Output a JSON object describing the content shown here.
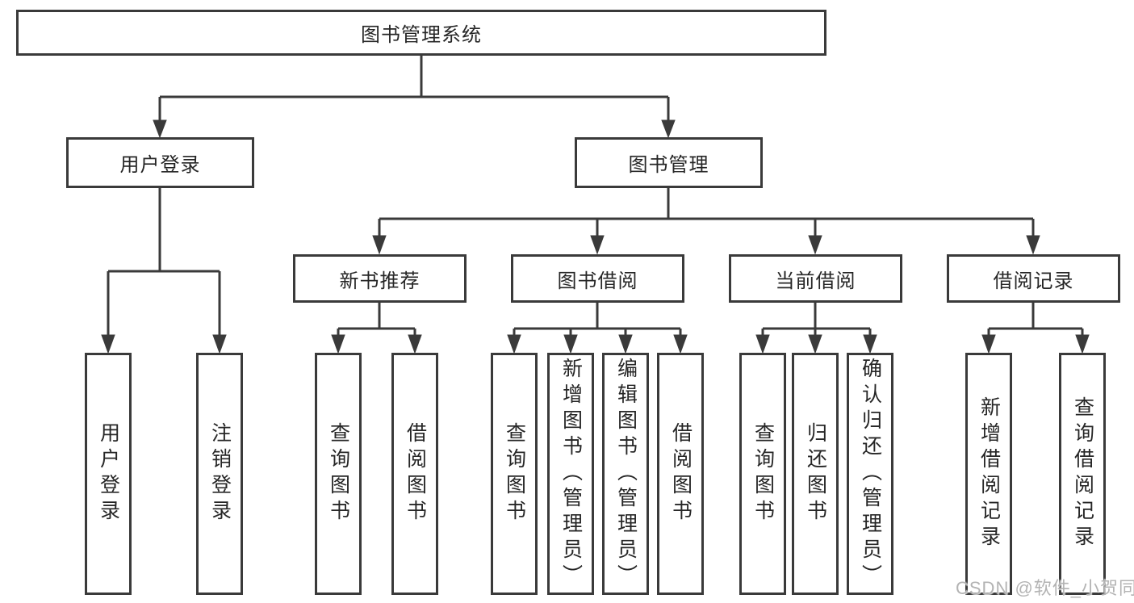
{
  "diagram": {
    "root": {
      "label": "图书管理系统"
    },
    "branches": [
      {
        "label": "用户登录",
        "children": [
          {
            "label": "用户登录"
          },
          {
            "label": "注销登录"
          }
        ]
      },
      {
        "label": "图书管理",
        "children": [
          {
            "label": "新书推荐",
            "children": [
              {
                "label": "查询图书"
              },
              {
                "label": "借阅图书"
              }
            ]
          },
          {
            "label": "图书借阅",
            "children": [
              {
                "label": "查询图书"
              },
              {
                "label": "新增图书（管理员）"
              },
              {
                "label": "编辑图书（管理员）"
              },
              {
                "label": "借阅图书"
              }
            ]
          },
          {
            "label": "当前借阅",
            "children": [
              {
                "label": "查询图书"
              },
              {
                "label": "归还图书"
              },
              {
                "label": "确认归还（管理员）"
              }
            ]
          },
          {
            "label": "借阅记录",
            "children": [
              {
                "label": "新增借阅记录"
              },
              {
                "label": "查询借阅记录"
              }
            ]
          }
        ]
      }
    ]
  },
  "watermark": {
    "text": "CSDN @软件_小贺同学"
  },
  "colors": {
    "line": "#3a3a3a",
    "text": "#262626",
    "watermark": "#b3b3b3",
    "background": "#ffffff"
  }
}
